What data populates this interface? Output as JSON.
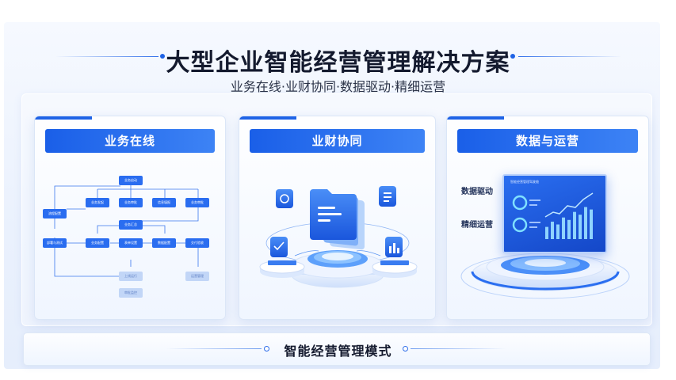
{
  "header": {
    "title": "大型企业智能经营管理解决方案",
    "subtitle": "业务在线·业财协同·数据驱动·精细运营"
  },
  "cards": [
    {
      "title": "业务在线",
      "flow_nodes": [
        "业务启动",
        "业务发起",
        "业务审批",
        "信息填报",
        "业务审批",
        "流程配置",
        "业务汇总",
        "部署与测试",
        "业务配置",
        "表单设置",
        "数据配置",
        "交付验收",
        "上线运行",
        "运营管理",
        "审批监控",
        "系统运维"
      ]
    },
    {
      "title": "业财协同"
    },
    {
      "title": "数据与运营",
      "labels": [
        "数据驱动",
        "精细运营"
      ],
      "screen_title": "智能经营管理驾驶舱",
      "bar_values": [
        0.35,
        0.5,
        0.42,
        0.62,
        0.55,
        0.78,
        0.7,
        0.92,
        0.85
      ]
    }
  ],
  "footer": {
    "mode_label": "智能经营管理模式"
  },
  "colors": {
    "primary": "#1f63e6",
    "primary_light": "#3d83f5",
    "title_text": "#141a2e",
    "node_pale": "#c2d6f7"
  }
}
